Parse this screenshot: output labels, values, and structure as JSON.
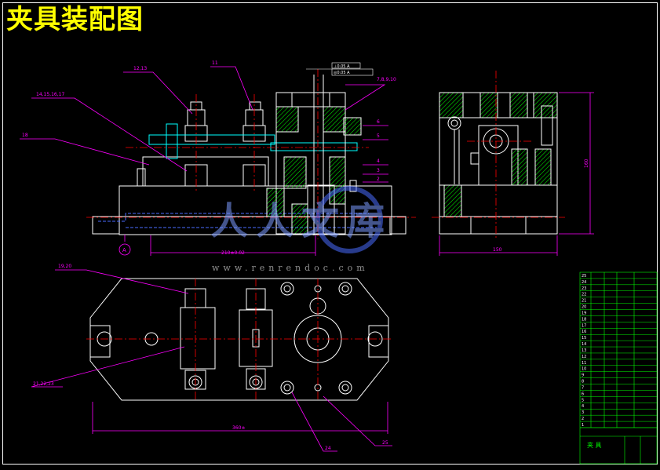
{
  "title": "夹具装配图",
  "watermark": {
    "brand_chars": "人人文库",
    "url": "www.renrendoc.com"
  },
  "colors": {
    "background": "#000000",
    "outline": "#ffffff",
    "centerline": "#ff0000",
    "leader": "#ff00ff",
    "hatch": "#00ff00",
    "hidden": "#4a6cff",
    "part": "#00ffff",
    "title": "#ffff00",
    "table": "#00ff00"
  },
  "front_view": {
    "callouts": [
      "12,13",
      "11",
      "14,15,16,17",
      "18",
      "7,8,9,10",
      "6",
      "5",
      "4",
      "3",
      "2"
    ],
    "datum": "A",
    "tolerance_1": "⊥0.05 A",
    "tolerance_2": "◎0.05 A",
    "dim_bottom": "210±0.02"
  },
  "side_view": {
    "dim_bottom": "150",
    "dim_right": "160"
  },
  "top_view": {
    "callouts": [
      "19,20",
      "21,22,23",
      "24",
      "25"
    ],
    "dim_bottom": "360±"
  },
  "parts_table": {
    "row_numbers": [
      "25",
      "24",
      "23",
      "22",
      "21",
      "20",
      "19",
      "18",
      "17",
      "16",
      "15",
      "14",
      "13",
      "12",
      "11",
      "10",
      "9",
      "8",
      "7",
      "6",
      "5",
      "4",
      "3",
      "2",
      "1"
    ]
  },
  "title_block": {
    "name": "夹 具"
  }
}
